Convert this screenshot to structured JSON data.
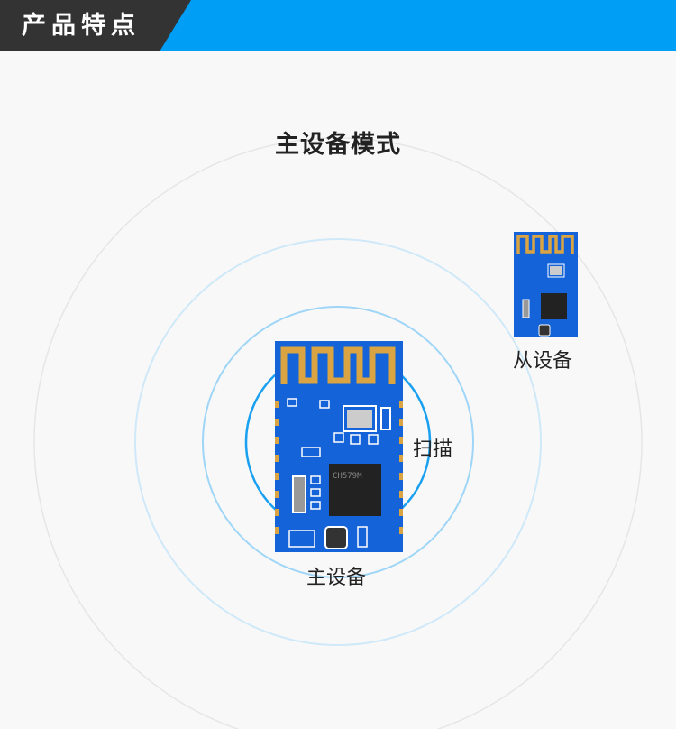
{
  "header": {
    "title": "产品特点"
  },
  "main": {
    "title": "主设备模式"
  },
  "labels": {
    "master": "主设备",
    "slave": "从设备",
    "scan": "扫描"
  },
  "colors": {
    "accent": "#009ff5",
    "header_dark": "#333333",
    "board": "#1463d8",
    "antenna": "#d9a441"
  },
  "chip": {
    "marking": "CH579M"
  }
}
